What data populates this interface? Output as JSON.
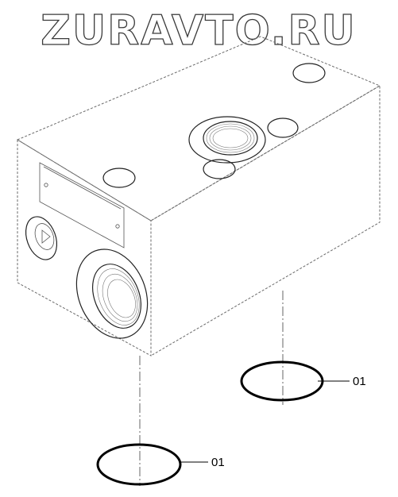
{
  "watermark": {
    "text": "ZURAVTO.RU"
  },
  "callouts": [
    {
      "id": "callout-right",
      "label": "01"
    },
    {
      "id": "callout-bottom",
      "label": "01"
    }
  ]
}
